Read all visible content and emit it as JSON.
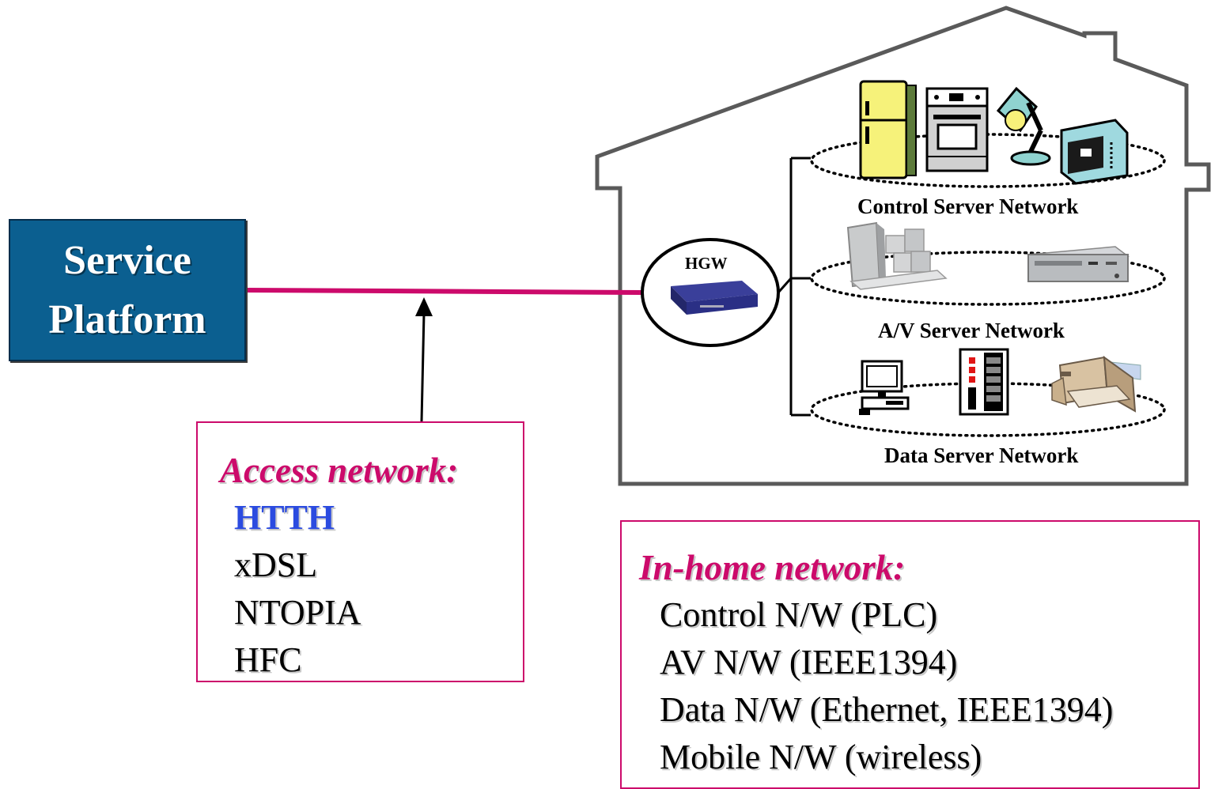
{
  "service_platform": {
    "line1": "Service",
    "line2": "Platform"
  },
  "hgw": {
    "label": "HGW"
  },
  "networks": {
    "control": "Control Server Network",
    "av": "A/V Server Network",
    "data": "Data Server Network"
  },
  "access_network": {
    "heading": "Access network:",
    "items": [
      "HTTH",
      "xDSL",
      "NTOPIA",
      "HFC"
    ]
  },
  "inhome_network": {
    "heading": "In-home network:",
    "items": [
      "Control N/W (PLC)",
      "AV N/W (IEEE1394)",
      "Data N/W (Ethernet, IEEE1394)",
      "Mobile N/W (wireless)"
    ]
  },
  "colors": {
    "service_box": "#0b5f90",
    "access_link": "#cc0a6b",
    "heading": "#cc0a6b",
    "highlight": "#2b4be0"
  }
}
